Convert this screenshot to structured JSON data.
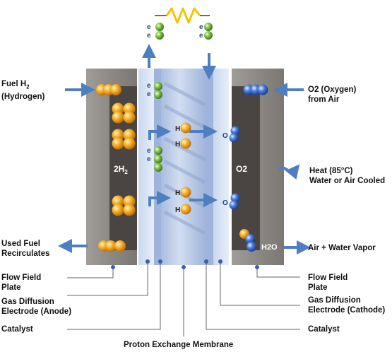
{
  "inputs": {
    "fuel_line1": "Fuel H",
    "fuel_sub": "2",
    "fuel_line2": "(Hydrogen)",
    "oxygen_line1": "O2 (Oxygen)",
    "oxygen_line2": "from Air"
  },
  "outputs": {
    "heat_line1": "Heat (85°C)",
    "heat_line2": "Water or Air Cooled",
    "used_fuel_line1": "Used Fuel",
    "used_fuel_line2": "Recirculates",
    "air_water": "Air + Water Vapor"
  },
  "parts": {
    "flow_field_left_line1": "Flow Field",
    "flow_field_left_line2": "Plate",
    "flow_field_right_line1": "Flow Field",
    "flow_field_right_line2": "Plate",
    "gde_anode_line1": "Gas Diffusion",
    "gde_anode_line2": "Electrode (Anode)",
    "gde_cathode_line1": "Gas Diffusion",
    "gde_cathode_line2": "Electrode (Cathode)",
    "catalyst_left": "Catalyst",
    "catalyst_right": "Catalyst",
    "membrane": "Proton Exchange Membrane"
  },
  "cell": {
    "anode_chamber_label": "2H",
    "anode_chamber_sub": "2",
    "cathode_chamber_label": "O2",
    "water_label": "H2O",
    "electron": "e",
    "proton": "H",
    "oxygen_atom": "O"
  },
  "colors": {
    "plate": "#8e8a86",
    "chamber": "#4a4543",
    "membrane": "#b8c8e4",
    "arrow": "#4e7fc0",
    "hydrogen": "#f0a020",
    "oxygen": "#3a6fd0",
    "electron": "#6db33f",
    "resistor": "#f5c400"
  }
}
